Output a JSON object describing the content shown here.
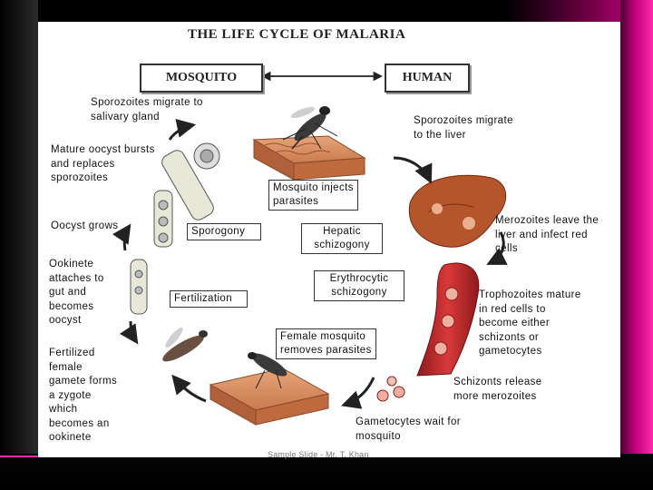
{
  "title": "THE LIFE CYCLE OF MALARIA",
  "headers": {
    "mosquito": "MOSQUITO",
    "human": "HUMAN"
  },
  "labels": {
    "sporozoites_gland": "Sporozoites migrate to\nsalivary gland",
    "sporozoites_liver": "Sporozoites migrate\nto the liver",
    "mature_oocyst": "Mature oocyst bursts\nand replaces\nsporozoites",
    "mosquito_injects": "Mosquito injects\nparasites",
    "oocyst_grows": "Oocyst grows",
    "sporogony": "Sporogony",
    "hepatic": "Hepatic\nschizogony",
    "merozoites_leave": "Merozoites leave the\nliver and infect red\ncells",
    "ookinete": "Ookinete\nattaches to\ngut and\nbecomes\noocyst",
    "erythrocytic": "Erythrocytic\nschizogony",
    "fertilization": "Fertilization",
    "trophozoites": "Trophozoites mature\nin red cells to\nbecome either\nschizonts or\ngametocytes",
    "female_mosquito": "Female mosquito\nremoves parasites",
    "fertilized": "Fertilized\nfemale\ngamete forms\na zygote\nwhich\nbecomes an\nookinete",
    "schizonts": "Schizonts release\nmore merozoites",
    "gametocytes": "Gametocytes wait for\nmosquito"
  },
  "footer": "Sample Slide - Mr. T. Khan",
  "colors": {
    "background": "#000000",
    "accent_pink": "#ff2aa8",
    "tissue": "#d98a5a",
    "liver": "#b5552c",
    "blood_vessel": "#c2262a"
  },
  "icons": [
    "mosquito-icon",
    "liver-icon",
    "blood-vessel-icon",
    "skin-tissue-icon",
    "gut-cells-icon",
    "cycle-arrow-icon"
  ]
}
